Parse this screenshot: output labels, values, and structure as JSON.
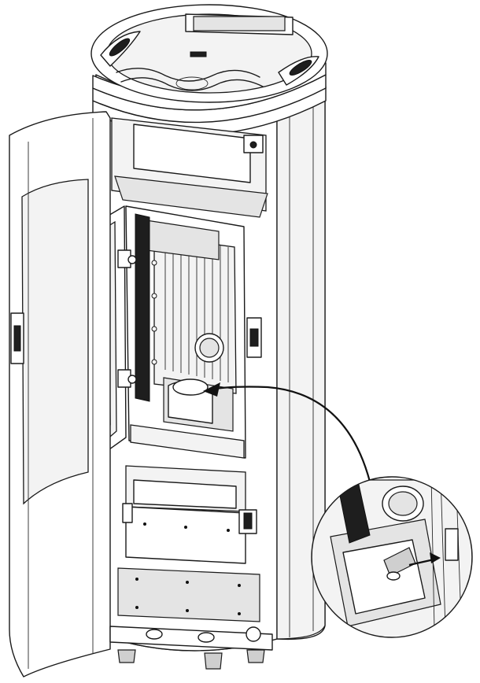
{
  "figure": {
    "subject": "pellet-stove-exploded-view",
    "palette": {
      "line": "#1a1a1a",
      "light_fill": "#f3f3f3",
      "mid_fill": "#e4e4e4",
      "dark_fill": "#1e1e1e",
      "background": "#ffffff"
    },
    "icons": [
      "stove-body",
      "open-side-door",
      "open-firebox-door",
      "burn-pot",
      "detail-magnifier",
      "pointer-arrow"
    ]
  }
}
